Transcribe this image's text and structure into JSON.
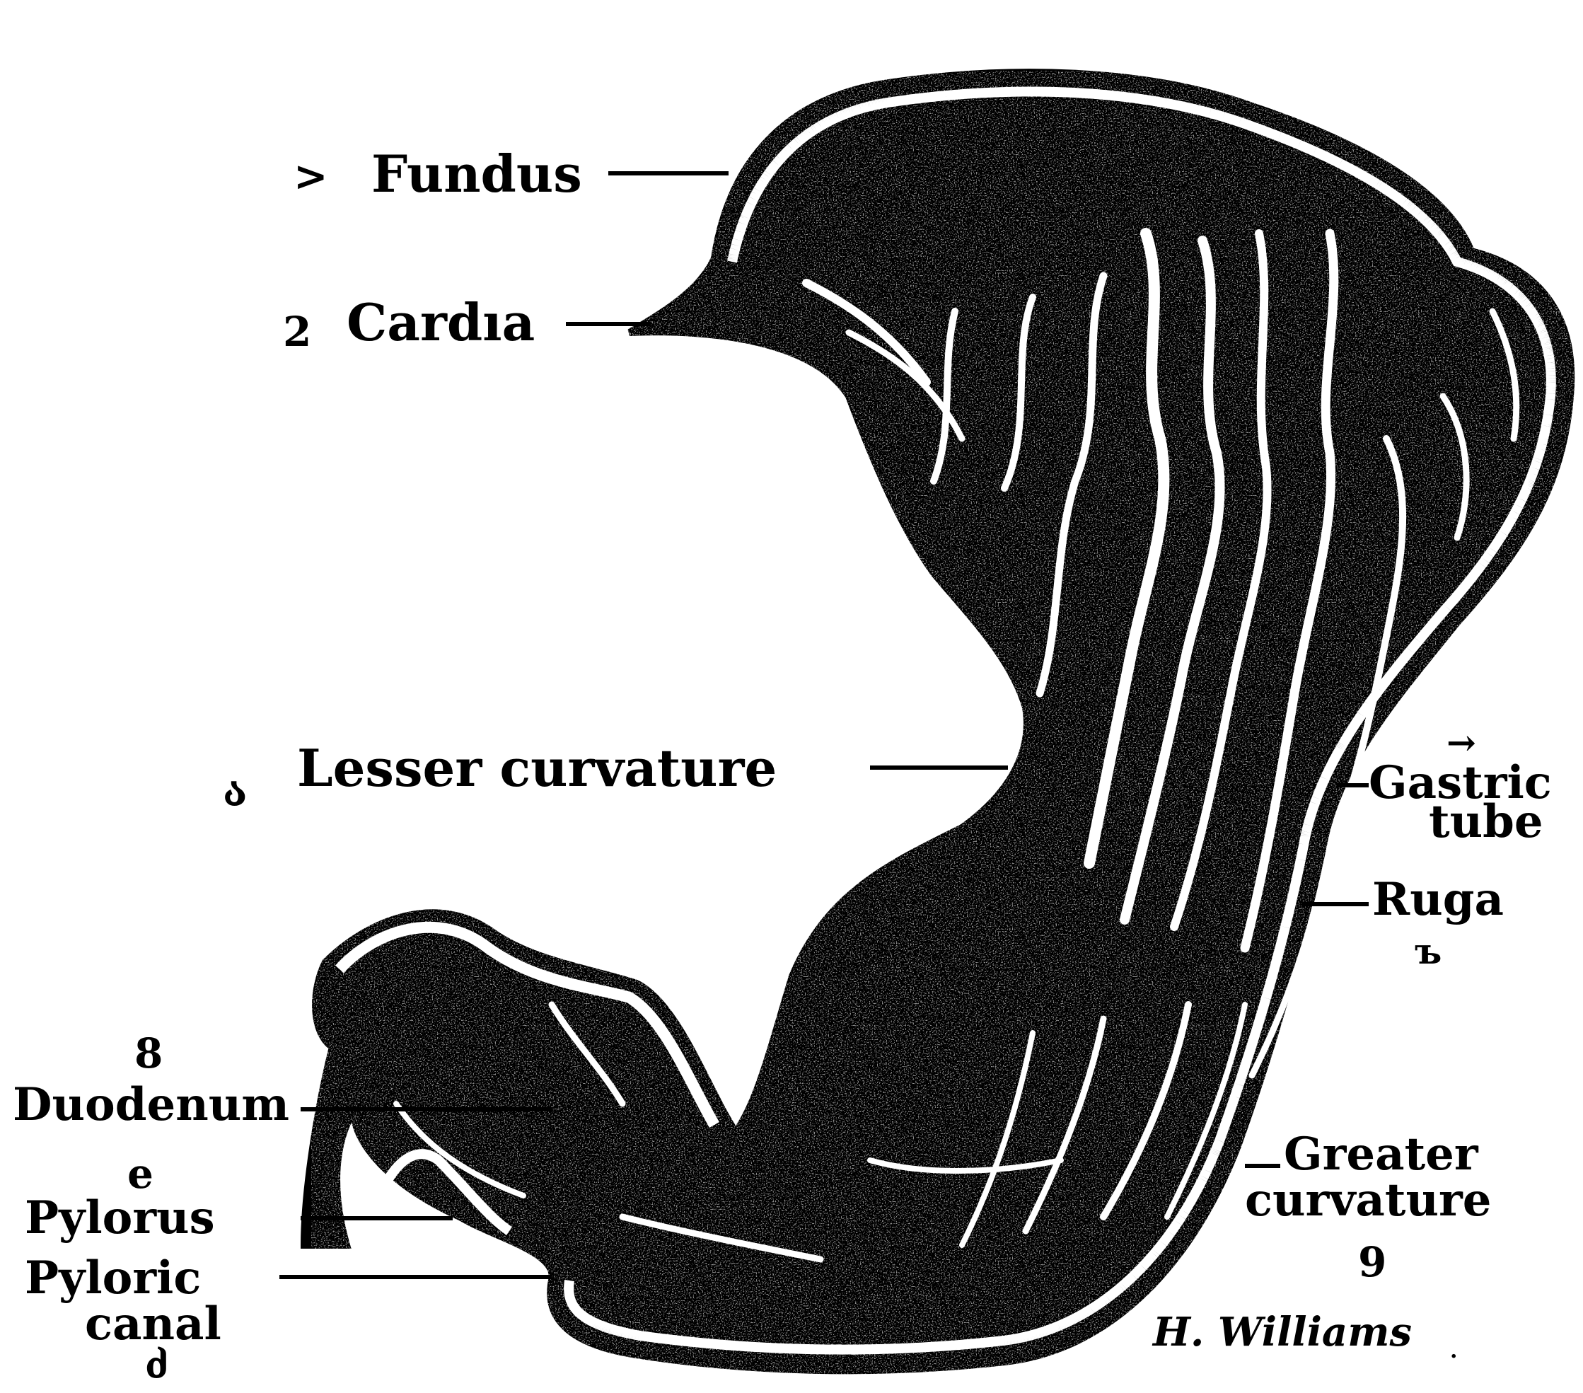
{
  "labels": {
    "fundus": "Fundus",
    "cardia": "Cardıa",
    "lesser_curvature": "Lesser curvature",
    "gastric_tube_line1": "Gastric",
    "gastric_tube_line2": "tube",
    "ruga": "Ruga",
    "duodenum": "Duodenum",
    "pylorus": "Pylorus",
    "pyloric_canal_line1": "Pyloric",
    "pyloric_canal_line2": "canal",
    "greater_curvature_line1": "Greater",
    "greater_curvature_line2": "curvature"
  },
  "margin_marks": {
    "fundus": ">",
    "cardia": "2",
    "lesser_curvature": "ა",
    "gastric_tube": "→",
    "ruga": "ъ",
    "duodenum_top": "8",
    "pylorus_top": "e",
    "greater_curvature": "9",
    "pyloric_canal": "ძ"
  },
  "signature": "H. Williams",
  "colors": {
    "ink": "#000000",
    "paper": "#ffffff"
  }
}
